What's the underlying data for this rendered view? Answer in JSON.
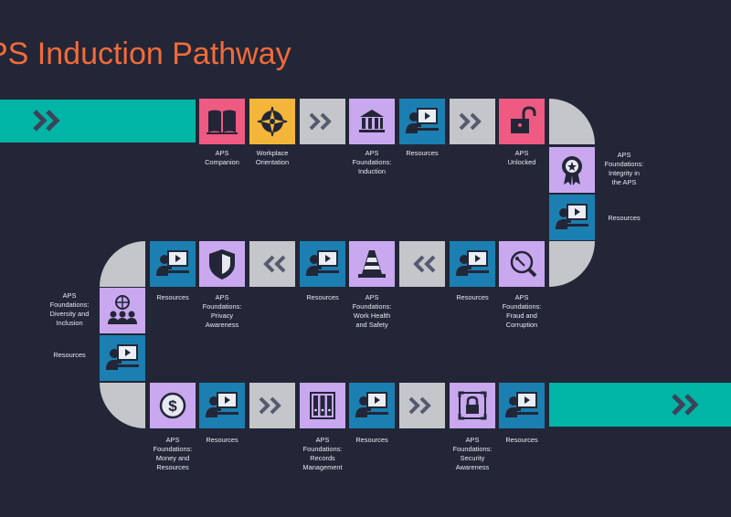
{
  "title": "PS Induction Pathway",
  "colors": {
    "background": "#232637",
    "title": "#f26b3a",
    "track_teal": "#00b4a6",
    "track_grey": "#c5c6ca",
    "lavender": "#c9a8f0",
    "blue": "#1b7fb1",
    "pink": "#ef5a83",
    "yellow": "#f4b63a"
  },
  "steps": {
    "aps_companion": "APS\nCompanion",
    "workplace_orientation": "Workplace\nOrientation",
    "foundations_induction": "APS\nFoundations:\nInduction",
    "resources_1": "Resources",
    "aps_unlocked": "APS\nUnlocked",
    "foundations_integrity": "APS\nFoundations:\nIntegrity in\nthe APS",
    "resources_2": "Resources",
    "foundations_fraud": "APS\nFoundations:\nFraud and\nCorruption",
    "resources_3": "Resources",
    "foundations_whs": "APS\nFoundations:\nWork Health\nand Safety",
    "resources_4": "Resources",
    "foundations_privacy": "APS\nFoundations:\nPrivacy\nAwareness",
    "resources_5": "Resources",
    "foundations_diversity": "APS\nFoundations:\nDiversity and\nInclusion",
    "resources_6": "Resources",
    "foundations_money": "APS\nFoundations:\nMoney and\nResources",
    "resources_7": "Resources",
    "foundations_records": "APS\nFoundations:\nRecords\nManagement",
    "resources_8": "Resources",
    "foundations_security": "APS\nFoundations:\nSecurity\nAwareness",
    "resources_9": "Resources"
  },
  "icons": {
    "book": "book-icon",
    "compass": "compass-icon",
    "building": "building-icon",
    "presenter": "presenter-icon",
    "unlock": "unlock-icon",
    "award": "award-icon",
    "magnifier": "magnifier-icon",
    "cone": "traffic-cone-icon",
    "shield": "shield-icon",
    "people_globe": "people-globe-icon",
    "dollar": "dollar-icon",
    "binders": "binders-icon",
    "lock": "lock-icon",
    "chevrons_right": "chevrons-right-icon",
    "chevrons_left": "chevrons-left-icon"
  }
}
